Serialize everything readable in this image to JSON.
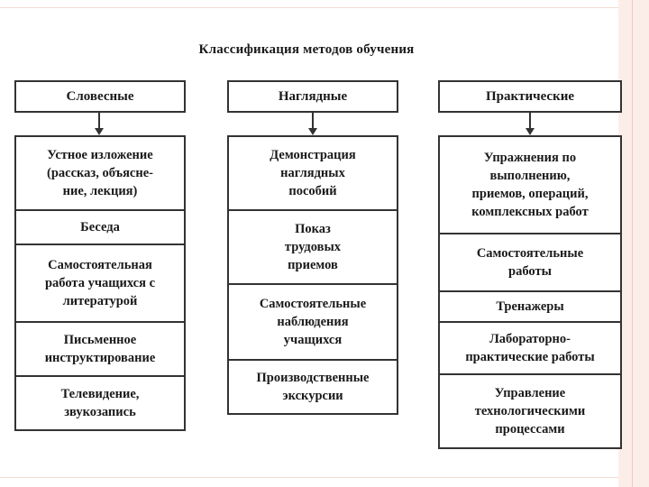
{
  "title": "Классификация методов обучения",
  "columns": [
    {
      "header": "Словесные",
      "items": [
        "Устное изложение\n(рассказ, объясне-\nние, лекция)",
        "Беседа",
        "Самостоятельная\nработа учащихся с\nлитературой",
        "Письменное\nинструктирование",
        "Телевидение,\nзвукозапись"
      ]
    },
    {
      "header": "Наглядные",
      "items": [
        "Демонстрация\nнаглядных\nпособий",
        "Показ\nтрудовых\nприемов",
        "Самостоятельные\nнаблюдения\nучащихся",
        "Производственные\nэкскурсии"
      ]
    },
    {
      "header": "Практические",
      "items": [
        "Упражнения по\nвыполнению,\nприемов, операций,\nкомплексных работ",
        "Самостоятельные\nработы",
        "Тренажеры",
        "Лабораторно-\nпрактические работы",
        "Управление\nтехнологическими\nпроцессами"
      ]
    }
  ]
}
